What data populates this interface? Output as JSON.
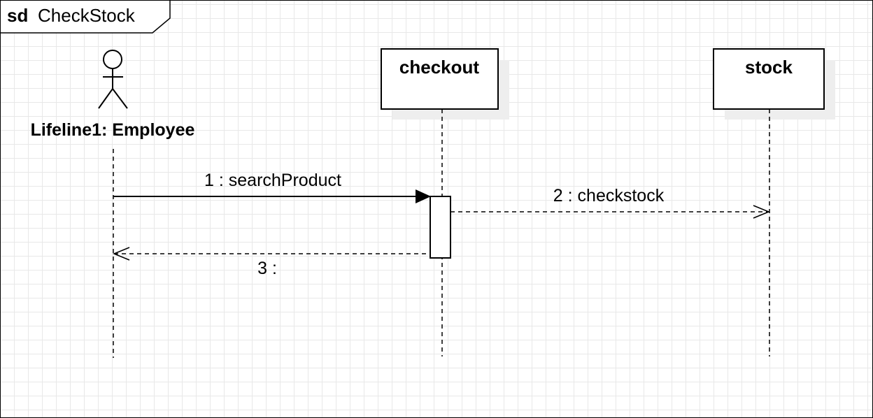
{
  "frame": {
    "keyword": "sd",
    "name": "CheckStock"
  },
  "lifelines": {
    "actor": {
      "label": "Lifeline1: Employee",
      "icon": "actor-stick-figure-icon"
    },
    "checkout": {
      "label": "checkout"
    },
    "stock": {
      "label": "stock"
    }
  },
  "messages": {
    "m1": {
      "label": "1 : searchProduct",
      "kind": "synchronous"
    },
    "m2": {
      "label": "2 : checkstock",
      "kind": "asynchronous-dashed"
    },
    "m3": {
      "label": "3 :",
      "kind": "reply"
    }
  },
  "colors": {
    "line": "#000000",
    "shadow": "#eeeeee",
    "grid": "#e8e8e8",
    "background": "#ffffff"
  }
}
